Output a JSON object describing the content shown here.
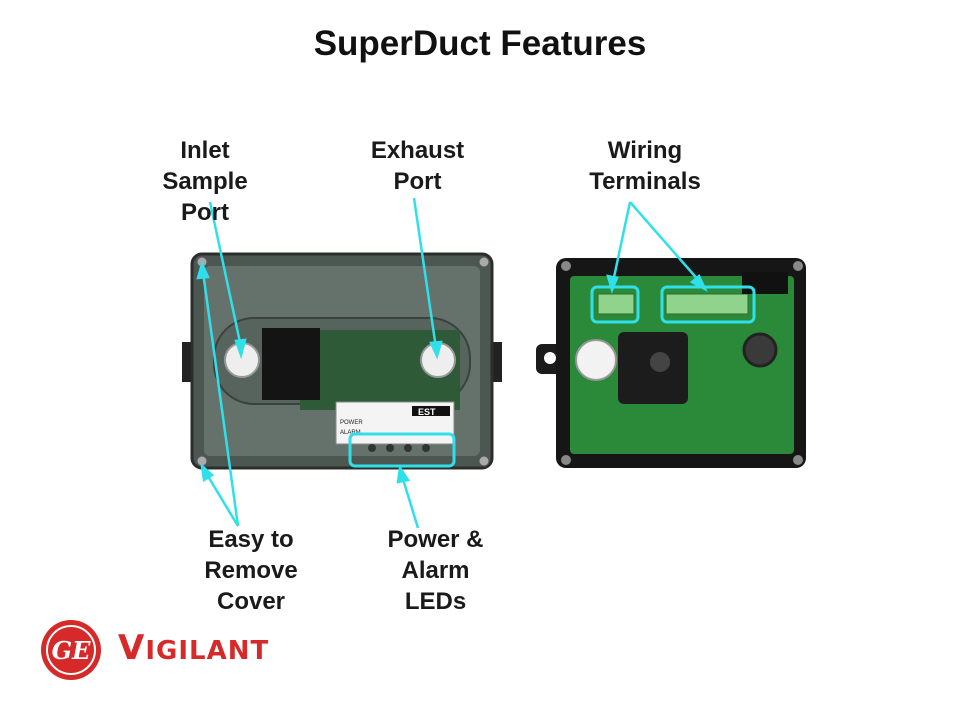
{
  "title": "SuperDuct Features",
  "labels": {
    "inlet": "Inlet\nSample\nPort",
    "exhaust": "Exhaust\nPort",
    "wiring": "Wiring\nTerminals",
    "cover": "Easy to\nRemove\nCover",
    "leds": "Power &\nAlarm\nLEDs"
  },
  "device_text": {
    "brand": "EST",
    "power": "POWER",
    "alarm": "ALARM"
  },
  "logo": {
    "mark": "GE",
    "first_letter": "V",
    "rest": "IGILANT"
  },
  "colors": {
    "callout": "#2fe0ea",
    "board": "#2a8a3a",
    "logo": "#d62a2a"
  }
}
